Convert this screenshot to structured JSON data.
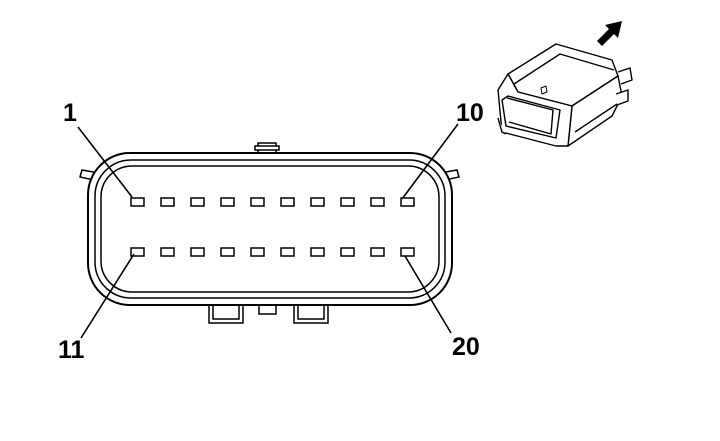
{
  "diagram": {
    "pin_labels": {
      "first_top": "1",
      "last_top": "10",
      "first_bottom": "11",
      "last_bottom": "20"
    },
    "pins_per_row": 10,
    "rows": 2,
    "line_color": "#000000",
    "fill_color": "#ffffff",
    "icons": {
      "direction": "arrow-up-right-icon",
      "connector": "connector-3d-view-icon"
    }
  }
}
